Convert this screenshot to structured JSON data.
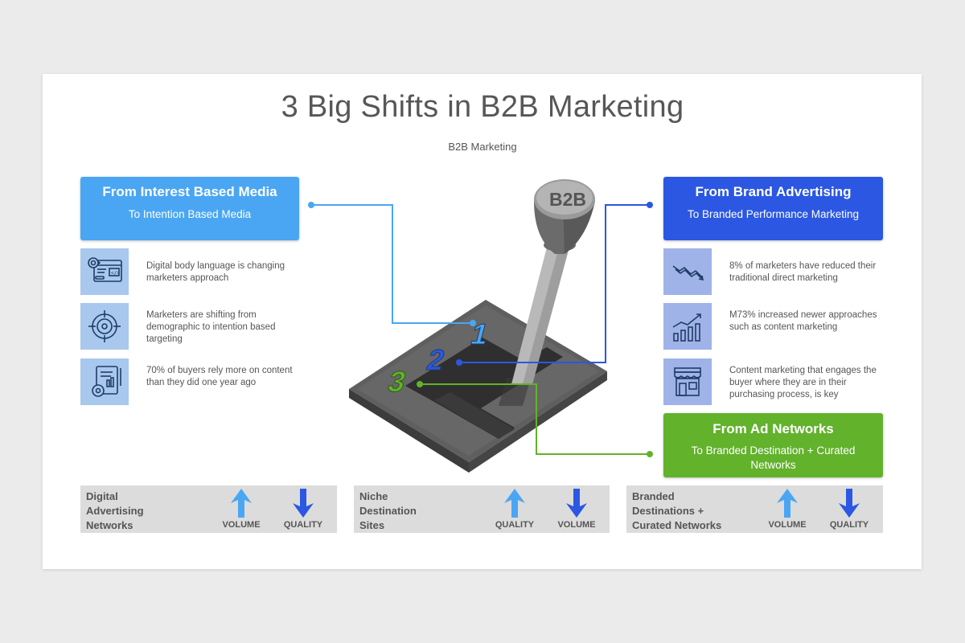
{
  "title": "3 Big Shifts in B2B Marketing",
  "subtitle": "B2B Marketing",
  "knob_label": "B2B",
  "gears": [
    "1",
    "2",
    "3"
  ],
  "left_header": {
    "title": "From Interest Based Media",
    "subtitle": "To Intention Based Media",
    "color": "#4aa6f3"
  },
  "right_header_1": {
    "title": "From Brand Advertising",
    "subtitle": "To Branded  Performance  Marketing",
    "color": "#2b57e2"
  },
  "right_header_2": {
    "title": "From Ad Networks",
    "subtitle": "To Branded  Destination  +  Curated Networks",
    "color": "#62b22c"
  },
  "left_items": [
    {
      "icon": "web-code-icon",
      "text": "Digital body language is changing marketers approach"
    },
    {
      "icon": "target-icon",
      "text": "Marketers are shifting from demographic to intention based targeting"
    },
    {
      "icon": "document-gear-icon",
      "text": "70% of buyers rely more on content than they did one year ago"
    }
  ],
  "right_items": [
    {
      "icon": "trend-down-icon",
      "text": "8% of marketers have reduced their traditional direct marketing"
    },
    {
      "icon": "growth-chart-icon",
      "text": "M73% increased newer approaches such as content marketing"
    },
    {
      "icon": "storefront-icon",
      "text": "Content marketing that engages the buyer where they are in their purchasing process, is key"
    }
  ],
  "bars": [
    {
      "label_lines": [
        "Digital",
        "Advertising",
        "Networks"
      ],
      "up_label": "VOLUME",
      "down_label": "QUALITY"
    },
    {
      "label_lines": [
        "Niche",
        "Destination",
        "Sites"
      ],
      "up_label": "QUALITY",
      "down_label": "VOLUME"
    },
    {
      "label_lines": [
        "Branded",
        "Destinations  +",
        "Curated Networks"
      ],
      "up_label": "VOLUME",
      "down_label": "QUALITY"
    }
  ],
  "colors": {
    "up_arrow": "#4aa6f3",
    "down_arrow": "#2b57e2",
    "light_blue": "#4aa6f3",
    "dark_blue": "#2b57e2",
    "green": "#62b22c"
  }
}
